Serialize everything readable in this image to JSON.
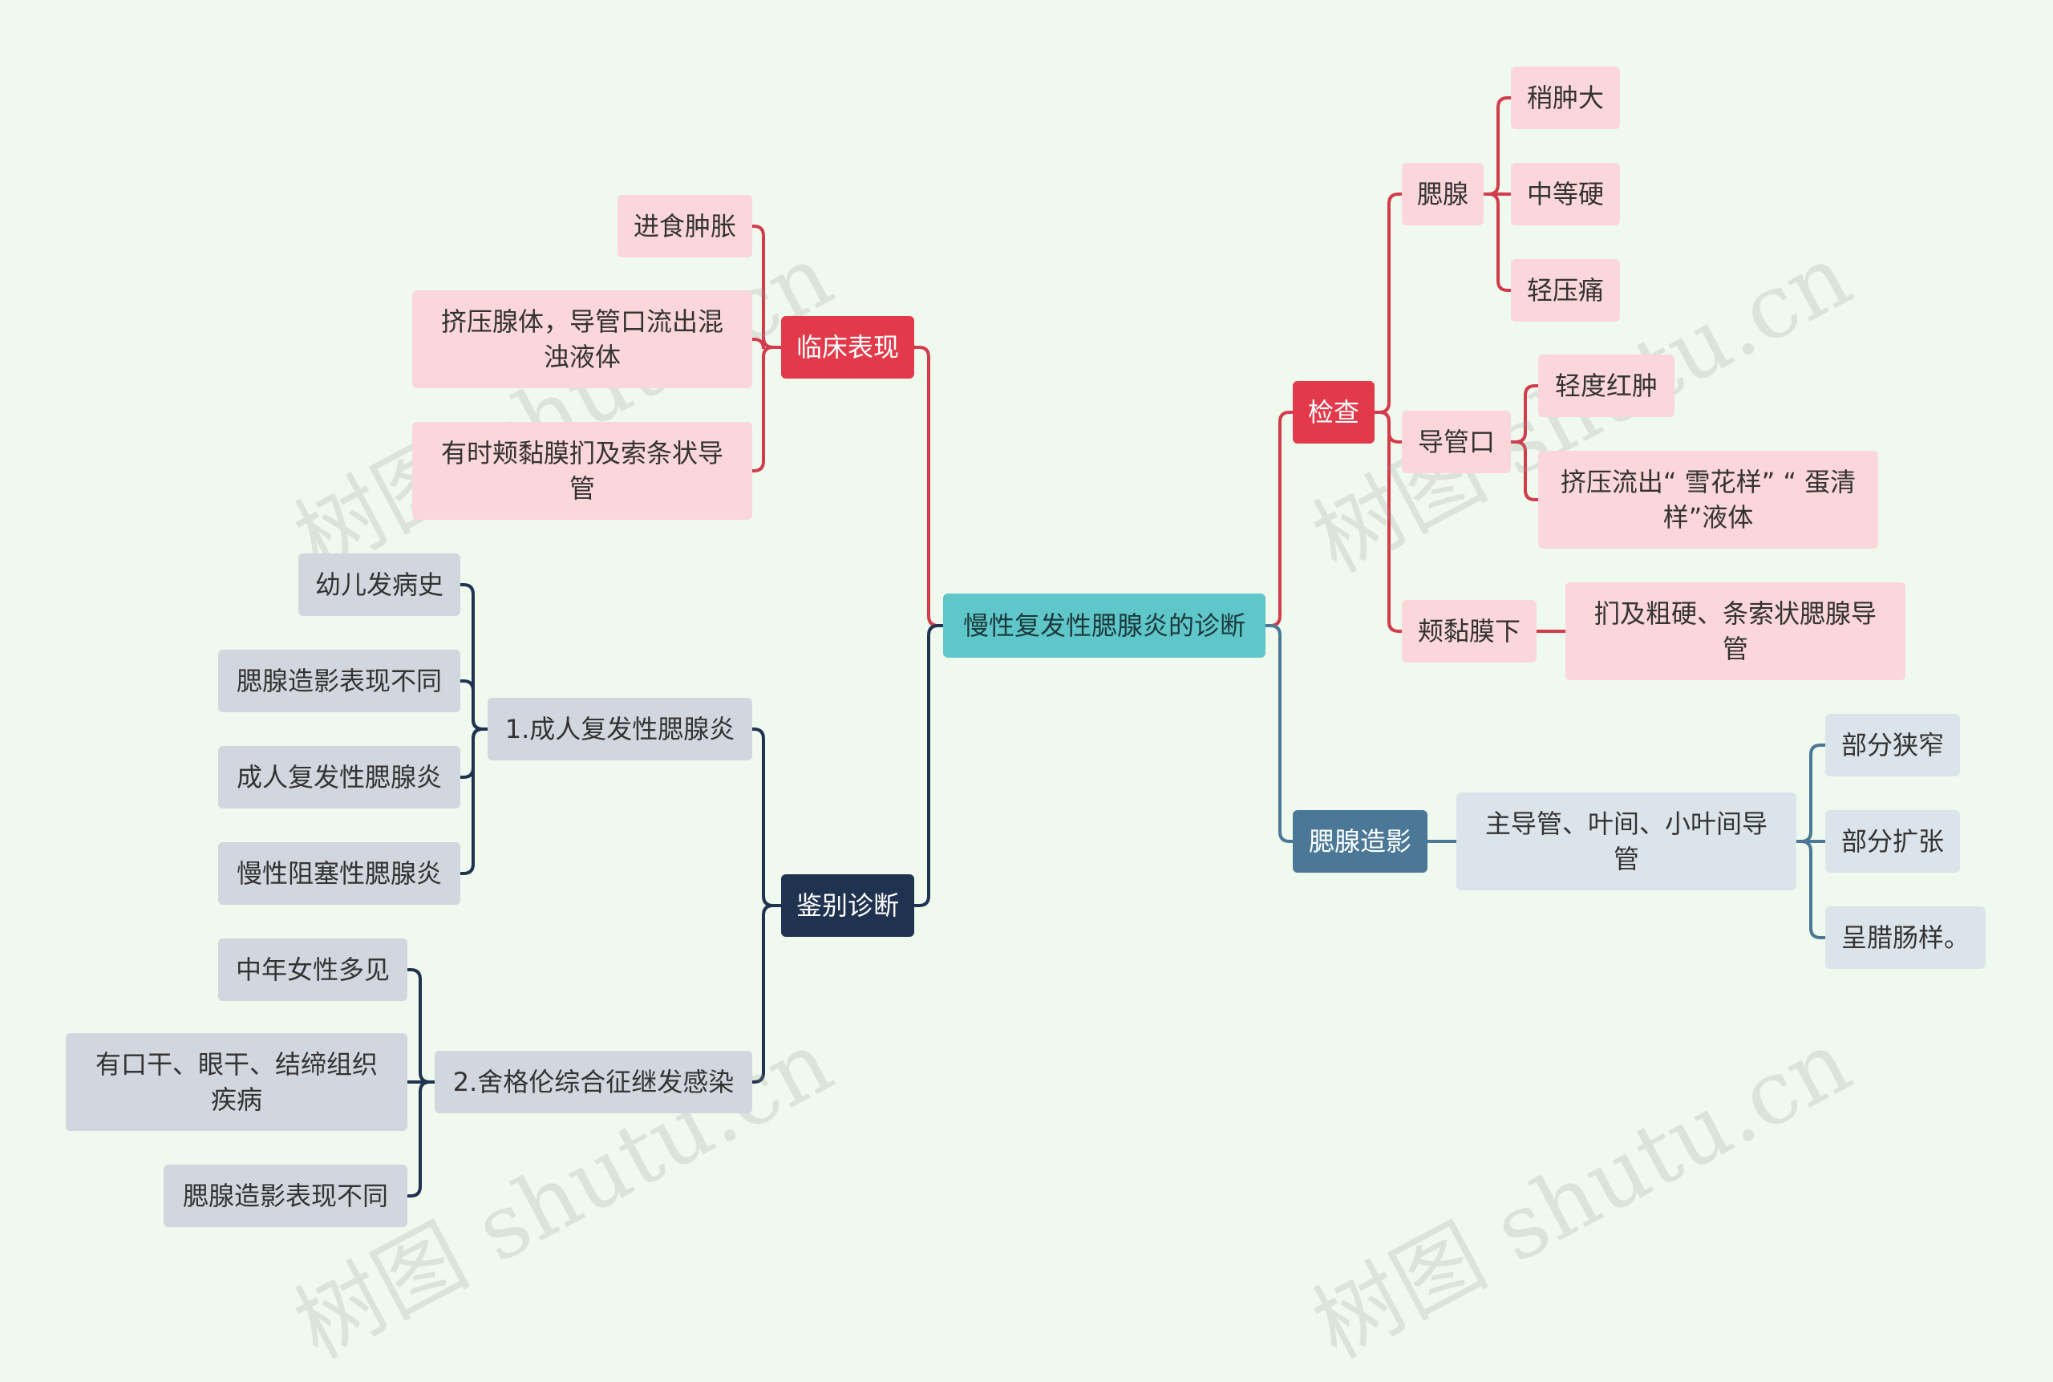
{
  "root": "慢性复发性腮腺炎的诊断",
  "clinical": {
    "label": "临床表现",
    "items": [
      "进食肿胀",
      "挤压腺体，导管口流出混浊液体",
      "有时颊黏膜扪及索条状导管"
    ]
  },
  "differential": {
    "label": "鉴别诊断",
    "adult": {
      "label": "1.成人复发性腮腺炎",
      "items": [
        "幼儿发病史",
        "腮腺造影表现不同",
        "成人复发性腮腺炎",
        "慢性阻塞性腮腺炎"
      ]
    },
    "sjogren": {
      "label": "2.舍格伦综合征继发感染",
      "items": [
        "中年女性多见",
        "有口干、眼干、结缔组织疾病",
        "腮腺造影表现不同"
      ]
    }
  },
  "exam": {
    "label": "检查",
    "gland": {
      "label": "腮腺",
      "items": [
        "稍肿大",
        "中等硬",
        "轻压痛"
      ]
    },
    "duct": {
      "label": "导管口",
      "items": [
        "轻度红肿",
        "挤压流出“ 雪花样” “ 蛋清样”液体"
      ]
    },
    "mucosa": {
      "label": "颊黏膜下",
      "items": [
        "扪及粗硬、条索状腮腺导管"
      ]
    }
  },
  "sialography": {
    "label": "腮腺造影",
    "main": {
      "label": "主导管、叶间、小叶间导管",
      "items": [
        "部分狭窄",
        "部分扩张",
        "呈腊肠样。"
      ]
    }
  },
  "watermark": "树图 shutu.cn",
  "colors": {
    "red": "#d23c4b",
    "navy": "#1f3250",
    "blue": "#4a7896",
    "teal": "#5fc6c9"
  }
}
